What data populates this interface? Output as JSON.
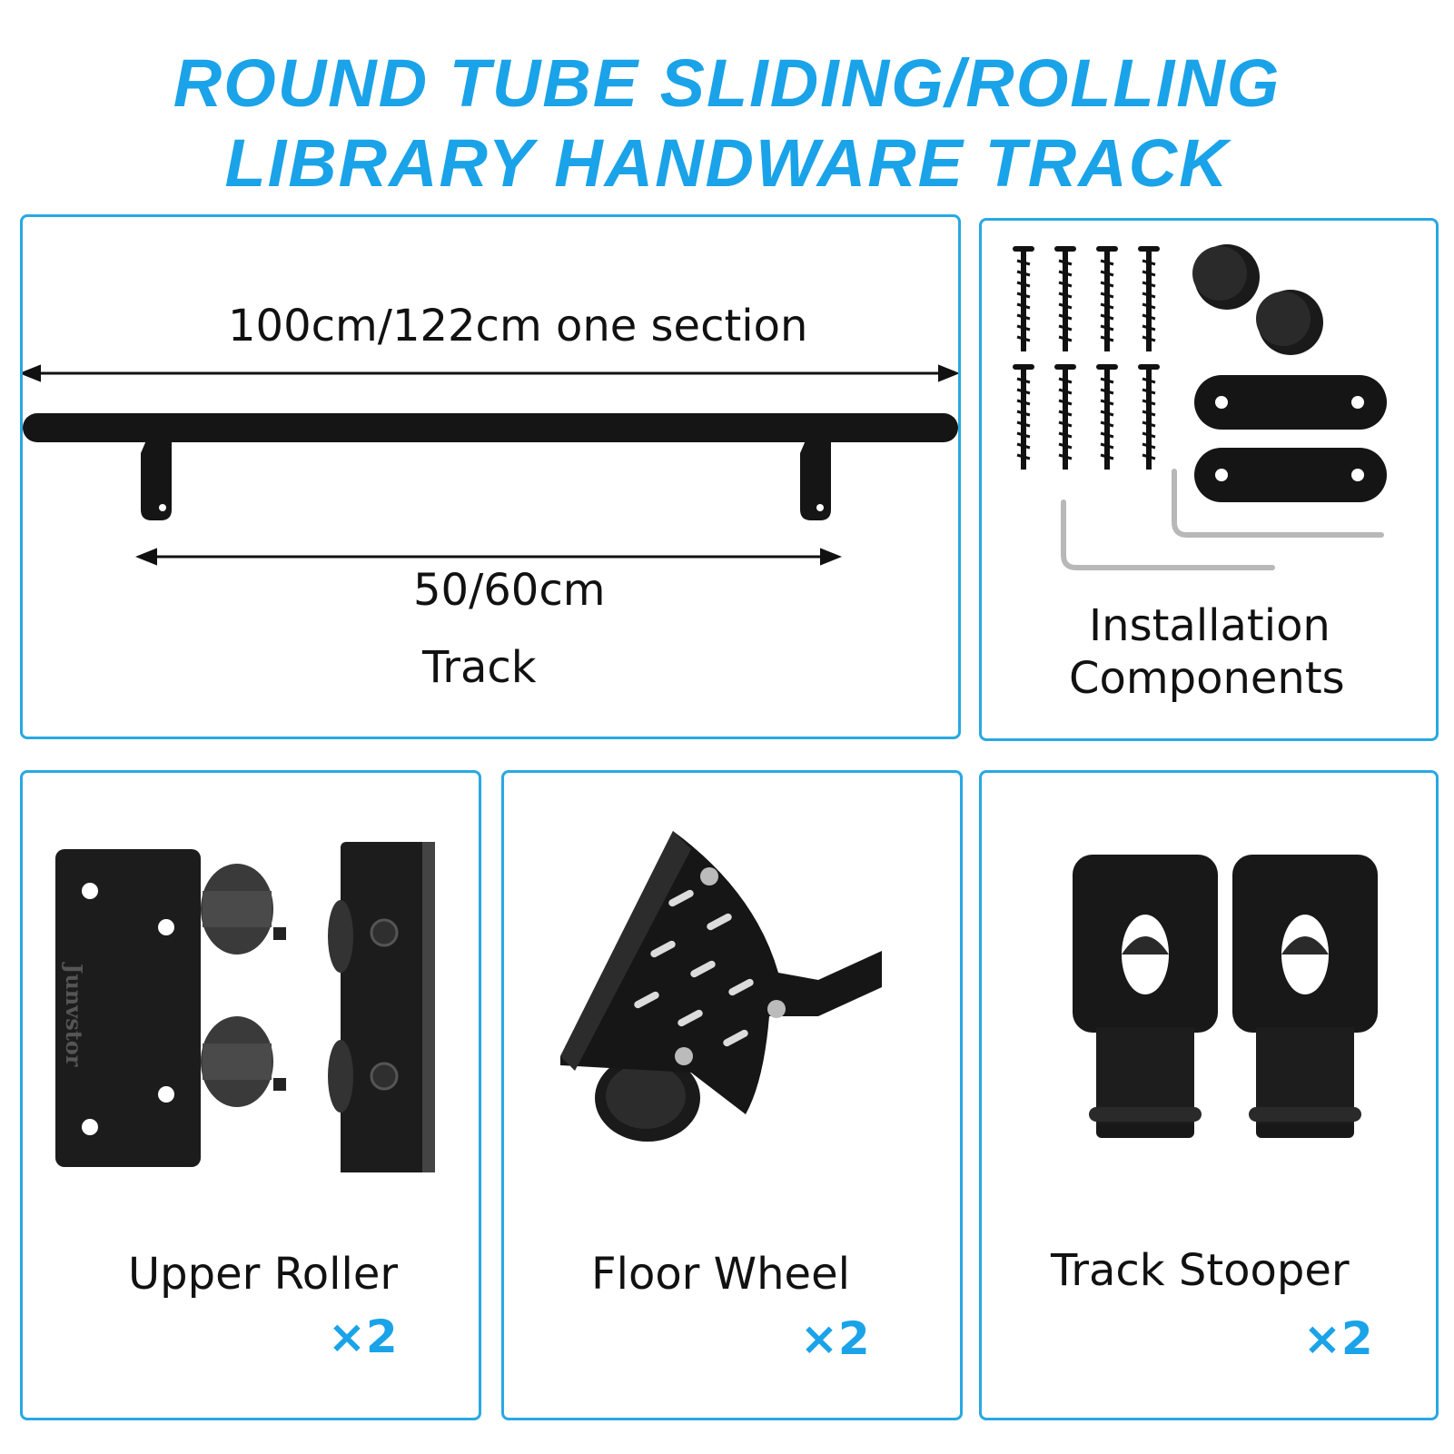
{
  "title": {
    "line1": "ROUND TUBE SLIDING/ROLLING",
    "line2": "LIBRARY HANDWARE TRACK"
  },
  "colors": {
    "accent": "#1aa3e8",
    "border": "#29a8e2",
    "hardware": "#111111"
  },
  "track_panel": {
    "section_length": "100cm/122cm one section",
    "bracket_spacing": "50/60cm",
    "label": "Track"
  },
  "installation_panel": {
    "label_line1": "Installation",
    "label_line2": "Components"
  },
  "upper_roller_panel": {
    "label": "Upper Roller",
    "quantity": "×2",
    "brand_mark": "Junvstor"
  },
  "floor_wheel_panel": {
    "label": "Floor Wheel",
    "quantity": "×2"
  },
  "track_stooper_panel": {
    "label": "Track Stooper",
    "quantity": "×2"
  }
}
